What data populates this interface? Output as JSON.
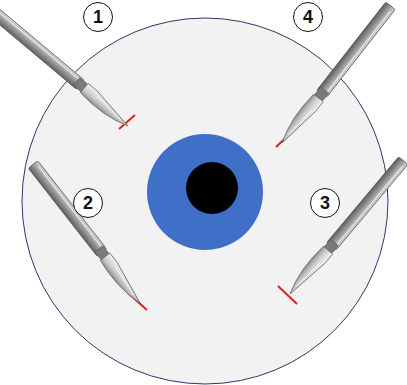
{
  "diagram": {
    "nodes": [
      {
        "text": [
          "1"
        ]
      },
      {
        "text": [
          "4"
        ]
      },
      {
        "text": [
          "2"
        ]
      },
      {
        "text": [
          "3"
        ]
      }
    ]
  }
}
